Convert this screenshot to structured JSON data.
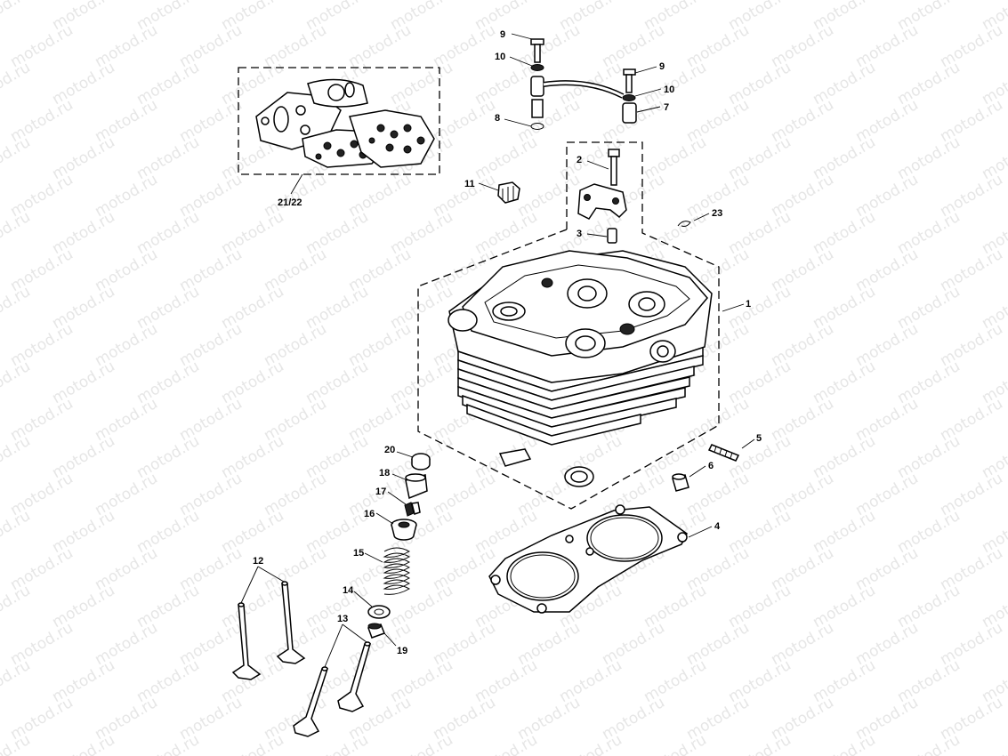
{
  "watermark": "motod.ru",
  "callouts": {
    "c1": "1",
    "c2": "2",
    "c3": "3",
    "c4": "4",
    "c5": "5",
    "c6": "6",
    "c7": "7",
    "c8": "8",
    "c9a": "9",
    "c9b": "9",
    "c10a": "10",
    "c10b": "10",
    "c11": "11",
    "c12": "12",
    "c13": "13",
    "c14": "14",
    "c15": "15",
    "c16": "16",
    "c17": "17",
    "c18": "18",
    "c19": "19",
    "c20": "20",
    "c21": "21/22",
    "c23": "23"
  }
}
